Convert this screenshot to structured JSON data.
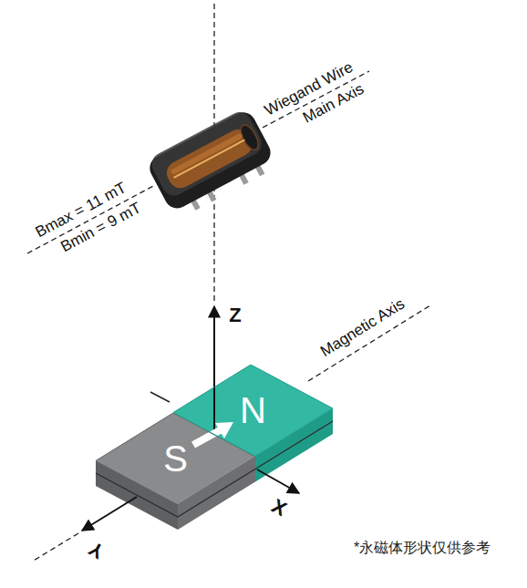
{
  "diagram": {
    "nodes": [
      {
        "text": [
          "S"
        ]
      },
      {
        "text": [
          "N"
        ]
      }
    ],
    "labels": [
      "Wiegand Wire",
      "Main Axis",
      "Bmax = 11 mT",
      "Bmin = 9 mT",
      "Z",
      "Magnetic Axis",
      "X",
      "Y",
      "*永磁体形状仅供参考"
    ]
  }
}
